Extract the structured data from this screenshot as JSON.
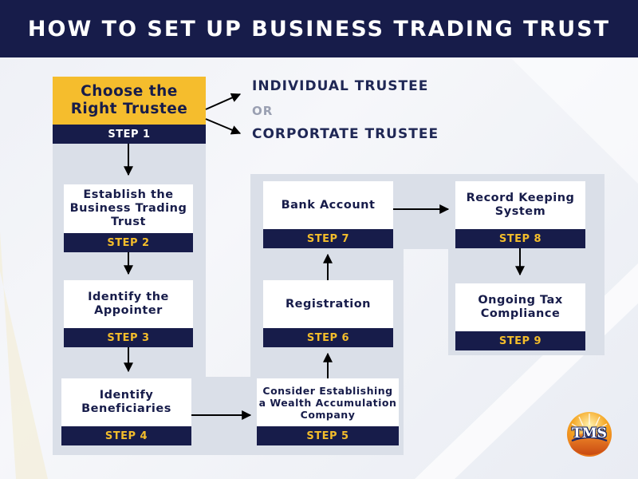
{
  "title": "HOW TO SET UP BUSINESS TRADING TRUST",
  "trustee_options": {
    "option1": "INDIVIDUAL TRUSTEE",
    "separator": "OR",
    "option2": "CORPORTATE TRUSTEE"
  },
  "steps": [
    {
      "label": "Choose the Right Trustee",
      "step": "STEP 1"
    },
    {
      "label": "Establish the Business Trading Trust",
      "step": "STEP 2"
    },
    {
      "label": "Identify the Appointer",
      "step": "STEP 3"
    },
    {
      "label": "Identify Beneficiaries",
      "step": "STEP 4"
    },
    {
      "label": "Consider Establishing a Wealth Accumulation Company",
      "step": "STEP 5"
    },
    {
      "label": "Registration",
      "step": "STEP 6"
    },
    {
      "label": "Bank Account",
      "step": "STEP 7"
    },
    {
      "label": "Record Keeping System",
      "step": "STEP 8"
    },
    {
      "label": "Ongoing Tax Compliance",
      "step": "STEP 9"
    }
  ],
  "logo": {
    "text": "TMS"
  },
  "colors": {
    "navy": "#171c4a",
    "gold": "#f5bd2d",
    "panel": "#dadfe8",
    "white": "#ffffff"
  }
}
